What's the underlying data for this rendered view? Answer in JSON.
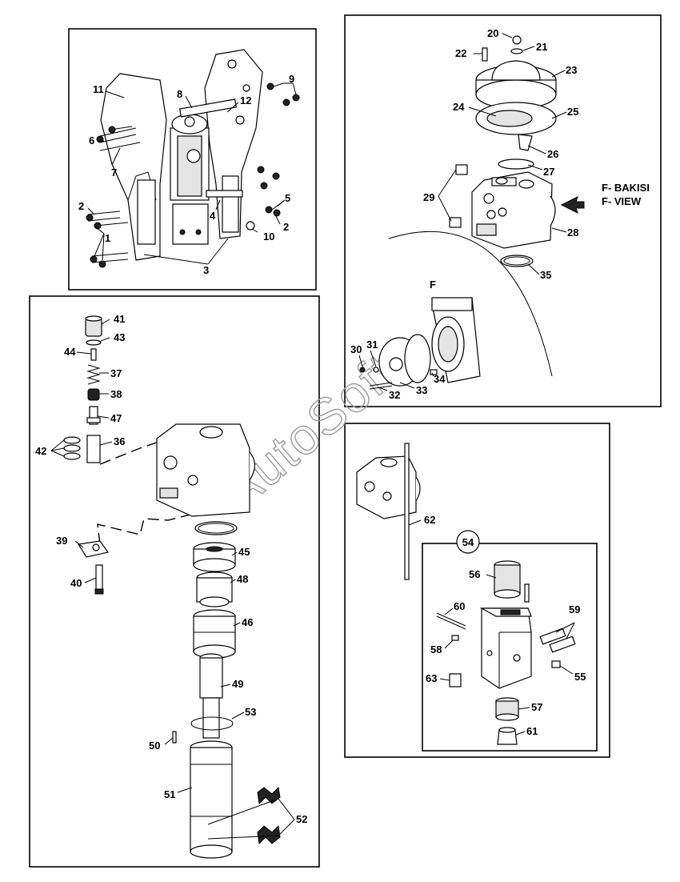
{
  "panels": {
    "top_left": {
      "labels": [
        "11",
        "8",
        "12",
        "9",
        "6",
        "7",
        "2",
        "1",
        "5",
        "4",
        "2",
        "10",
        "3"
      ]
    },
    "top_right": {
      "labels": [
        "20",
        "21",
        "22",
        "23",
        "24",
        "25",
        "26",
        "27",
        "29",
        "28",
        "35",
        "30",
        "31",
        "32",
        "33",
        "34"
      ],
      "view_label": "F",
      "view_caption_tr": "F- BAKISI",
      "view_caption_en": "F- VIEW"
    },
    "bottom_left": {
      "labels": [
        "41",
        "43",
        "44",
        "37",
        "38",
        "47",
        "42",
        "36",
        "39",
        "40",
        "45",
        "48",
        "46",
        "49",
        "53",
        "50",
        "51",
        "52"
      ]
    },
    "bottom_right": {
      "labels": [
        "62",
        "56",
        "60",
        "59",
        "58",
        "55",
        "63",
        "57",
        "61"
      ],
      "callout": "54"
    }
  },
  "watermark": "AutoSoft"
}
